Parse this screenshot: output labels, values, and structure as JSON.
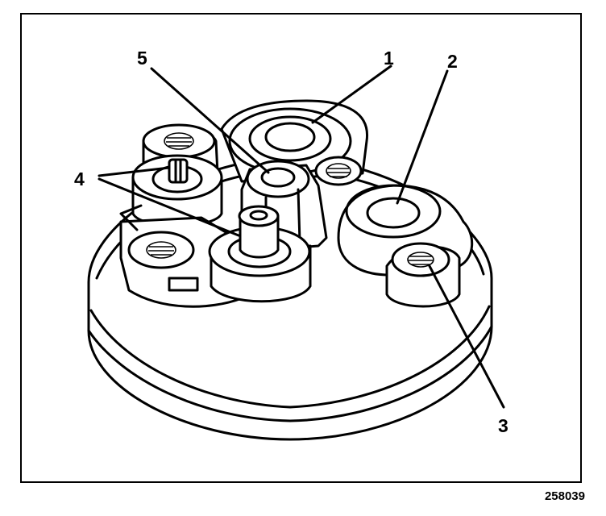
{
  "figure": {
    "callouts": [
      {
        "id": "1",
        "label": "1"
      },
      {
        "id": "2",
        "label": "2"
      },
      {
        "id": "3",
        "label": "3"
      },
      {
        "id": "4",
        "label": "4"
      },
      {
        "id": "5",
        "label": "5"
      }
    ],
    "figure_number": "258039"
  },
  "colors": {
    "line": "#000000",
    "background": "#ffffff"
  }
}
